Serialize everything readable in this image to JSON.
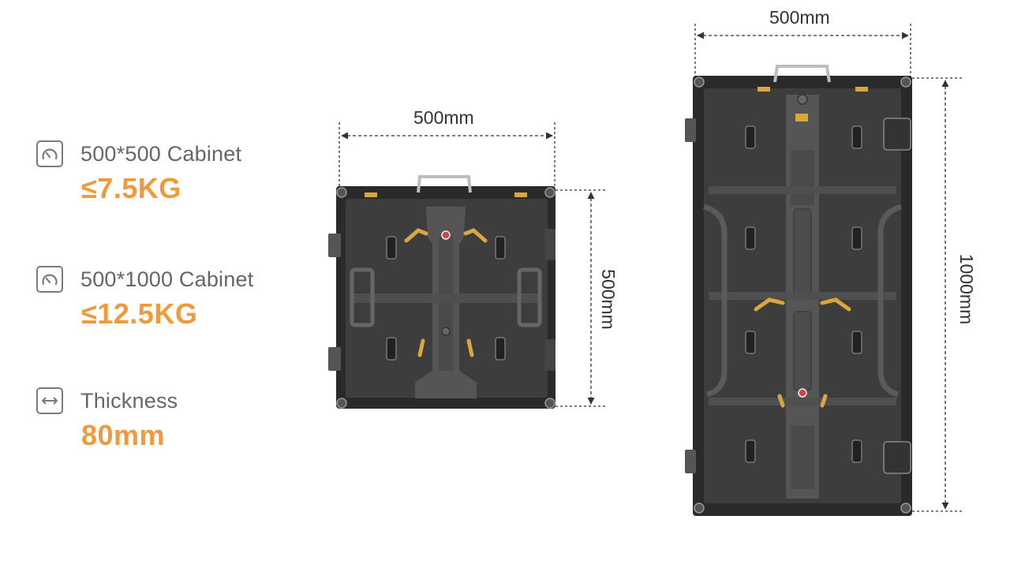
{
  "specs": [
    {
      "label": "500*500 Cabinet",
      "value": "≤7.5KG",
      "icon": "speedometer-icon"
    },
    {
      "label": "500*1000 Cabinet",
      "value": "≤12.5KG",
      "icon": "speedometer-icon"
    },
    {
      "label": "Thickness",
      "value": "80mm",
      "icon": "width-arrows-icon"
    }
  ],
  "small_cabinet": {
    "width_label": "500mm",
    "height_label": "500mm"
  },
  "large_cabinet": {
    "width_label": "500mm",
    "height_label": "1000mm"
  },
  "colors": {
    "accent": "#ef9a3c",
    "label": "#666666",
    "cabinet": "#3a3a3a",
    "bracket": "#d9a640"
  }
}
